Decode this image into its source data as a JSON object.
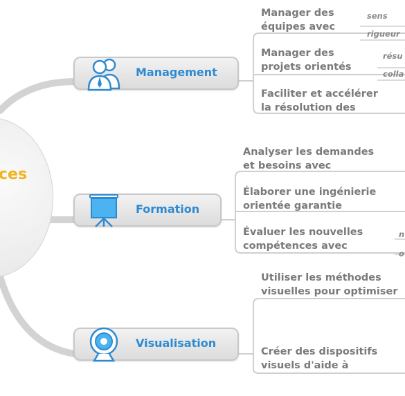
{
  "center": {
    "label": "ces"
  },
  "branches": [
    {
      "label": "Management",
      "icon": "users-icon",
      "items": [
        {
          "line1": "Manager des",
          "line2": "équipes avec"
        },
        {
          "line1": "Manager des",
          "line2": "projets orientés"
        },
        {
          "line1": "Faciliter et accélérer",
          "line2": "la résolution des"
        }
      ],
      "tags": [
        "sens",
        "rigueur",
        "résu",
        "colla"
      ]
    },
    {
      "label": "Formation",
      "icon": "presentation-board-icon",
      "items": [
        {
          "line1": "Analyser les demandes",
          "line2": "et besoins avec"
        },
        {
          "line1": "Élaborer une ingénierie",
          "line2": "orientée garantie"
        },
        {
          "line1": "Évaluer les nouvelles",
          "line2": "compétences avec"
        }
      ],
      "tags": [
        "n",
        "o"
      ]
    },
    {
      "label": "Visualisation",
      "icon": "webcam-icon",
      "items": [
        {
          "line1": "Utiliser les méthodes",
          "line2": "visuelles pour optimiser"
        },
        {
          "line1": "Créer des dispositifs",
          "line2": "visuels d'aide à"
        }
      ],
      "tags": []
    }
  ],
  "colors": {
    "accent": "#2d8ad2",
    "center_text": "#f0b41c",
    "text": "#7a7a7a",
    "lines": "#d0d0d0"
  }
}
